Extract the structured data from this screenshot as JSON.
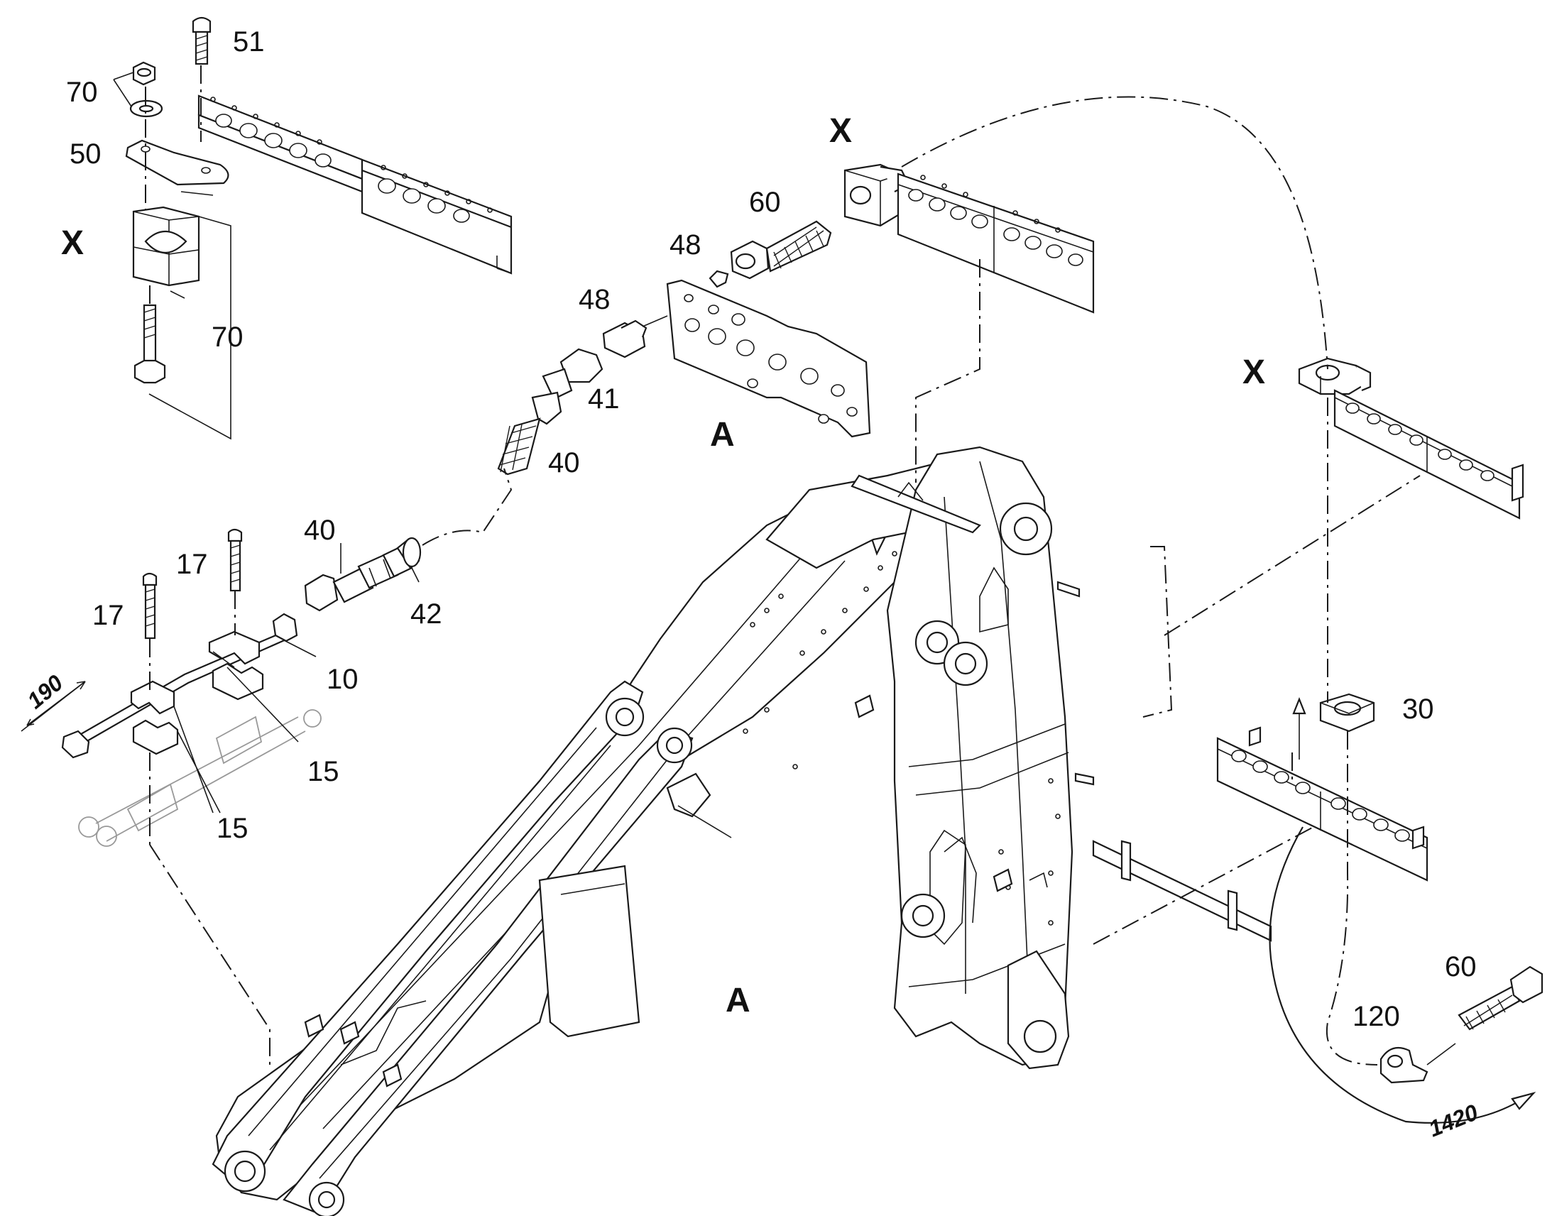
{
  "diagram": {
    "callouts": {
      "c51": "51",
      "c70a": "70",
      "c50": "50",
      "x1": "X",
      "c70b": "70",
      "x2": "X",
      "c60a": "60",
      "c48a": "48",
      "c48b": "48",
      "c41": "41",
      "c40a": "40",
      "a1": "A",
      "x3": "X",
      "c40b": "40",
      "c17a": "17",
      "c17b": "17",
      "c42": "42",
      "c10": "10",
      "c15a": "15",
      "c15b": "15",
      "c30": "30",
      "a2": "A",
      "c60b": "60",
      "c120": "120"
    },
    "dimensions": {
      "d190": "190",
      "d1420": "1420"
    }
  }
}
